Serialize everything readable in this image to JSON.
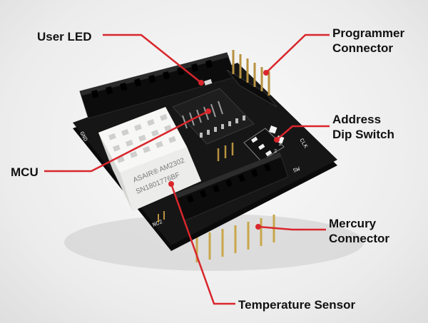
{
  "callouts": {
    "user_led": "User LED",
    "programmer": [
      "Programmer",
      "Connector"
    ],
    "address": [
      "Address",
      "Dip Switch"
    ],
    "mcu": "MCU",
    "mercury": [
      "Mercury",
      "Connector"
    ],
    "temperature": "Temperature Sensor"
  },
  "board_labels": {
    "sensor_brand": "ASAIR® AM2302",
    "sensor_serial": "SN1801776BF",
    "dip_on": "ON",
    "dip_1": "1",
    "dip_2": "2",
    "dip_3": "3"
  },
  "colors": {
    "callout_line": "#d9262c",
    "pcb": "#141414",
    "sensor": "#f2f2f0"
  }
}
